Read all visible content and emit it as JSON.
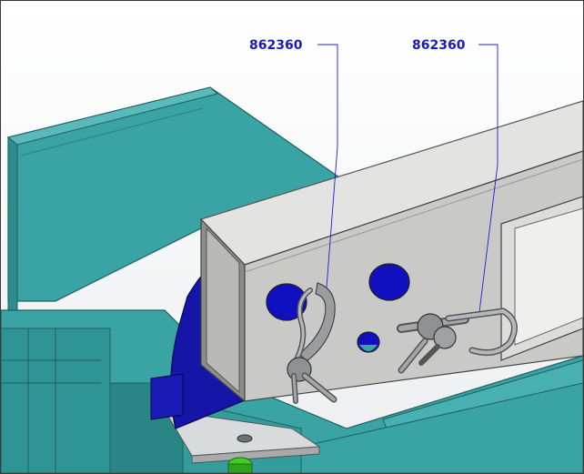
{
  "callouts": [
    {
      "id": "callout-left",
      "part_number": "862360"
    },
    {
      "id": "callout-right",
      "part_number": "862360"
    }
  ],
  "colors": {
    "teal_frame": "#3aa3a3",
    "teal_dark": "#237575",
    "steel_tube": "#c9c9c7",
    "steel_dark": "#8e8e8b",
    "bracket_blue": "#1515a8",
    "hole_blue": "#1010c0",
    "callout_line": "#2020d0",
    "pin_gray": "#9a9da0",
    "bolt_green": "#3fcc2a"
  }
}
